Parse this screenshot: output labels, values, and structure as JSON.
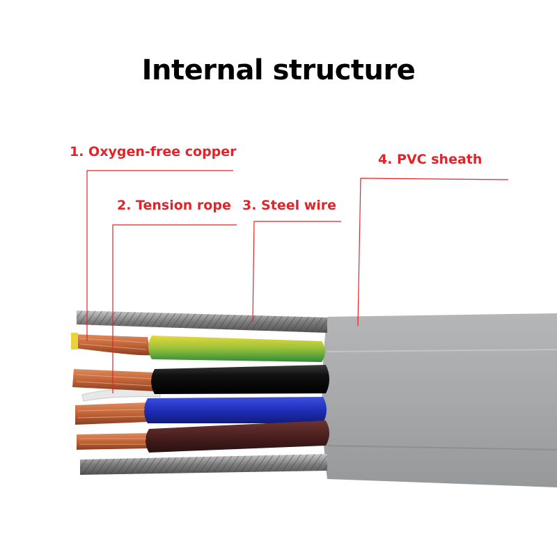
{
  "title": "Internal structure",
  "labels": {
    "copper": "1. Oxygen-free copper",
    "tension_rope": "2. Tension rope",
    "steel_wire": "3. Steel wire",
    "pvc_sheath": "4. PVC sheath"
  },
  "colors": {
    "label_red": "#e2232a",
    "leader_red": "#e2232a",
    "sheath_gray": "#a8a9ab",
    "copper": "#c0643a",
    "core_yellow_green": "#c8c81e",
    "core_black": "#111111",
    "core_blue": "#1f2fb8",
    "core_brown": "#4a1f1f",
    "steel": "#8a8a8a"
  }
}
